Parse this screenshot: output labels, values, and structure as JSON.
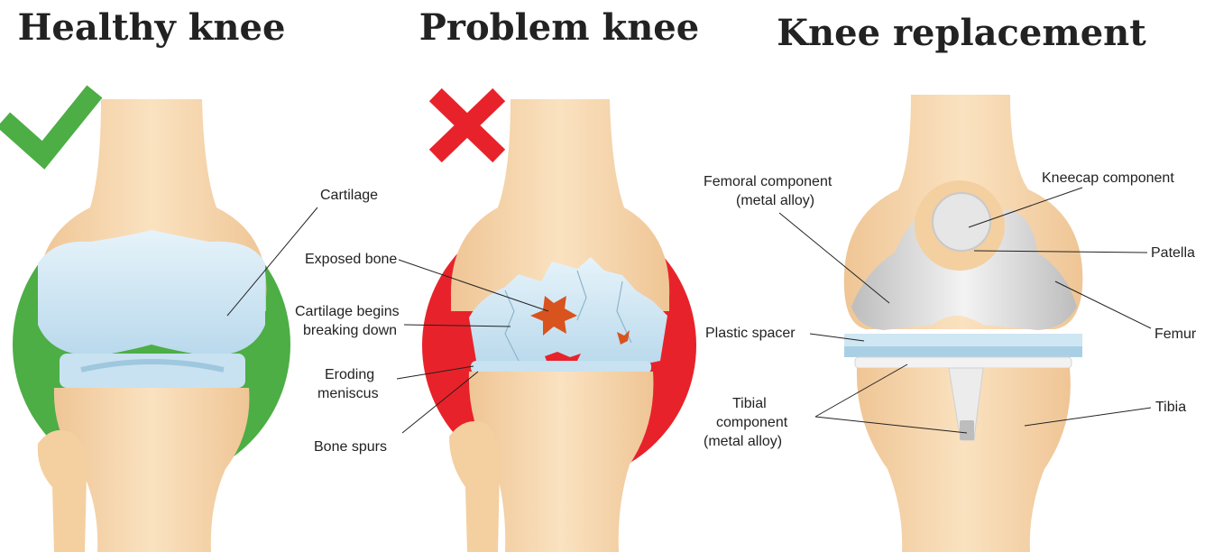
{
  "titles": {
    "healthy": "Healthy knee",
    "problem": "Problem knee",
    "replacement": "Knee replacement"
  },
  "healthy": {
    "status_icon": "check-icon",
    "labels": {
      "cartilage": "Cartilage"
    }
  },
  "problem": {
    "status_icon": "cross-icon",
    "labels": {
      "exposed_bone": "Exposed bone",
      "cartilage_breaking_1": "Cartilage begins",
      "cartilage_breaking_2": "breaking down",
      "eroding_meniscus_1": "Eroding",
      "eroding_meniscus_2": "meniscus",
      "bone_spurs": "Bone spurs"
    }
  },
  "replacement": {
    "labels": {
      "femoral_1": "Femoral component",
      "femoral_2": "(metal alloy)",
      "kneecap": "Kneecap component",
      "patella": "Patella",
      "femur": "Femur",
      "plastic_spacer": "Plastic spacer",
      "tibial_1": "Tibial",
      "tibial_2": "component",
      "tibial_3": "(metal alloy)",
      "tibia": "Tibia"
    }
  },
  "colors": {
    "bone": "#f6d4a8",
    "cartilage": "#cfe6f3",
    "healthy_circle": "#4cae45",
    "problem_circle": "#e8222a",
    "metal": "#dcdcdc",
    "exposed_bone": "#d9531e"
  }
}
